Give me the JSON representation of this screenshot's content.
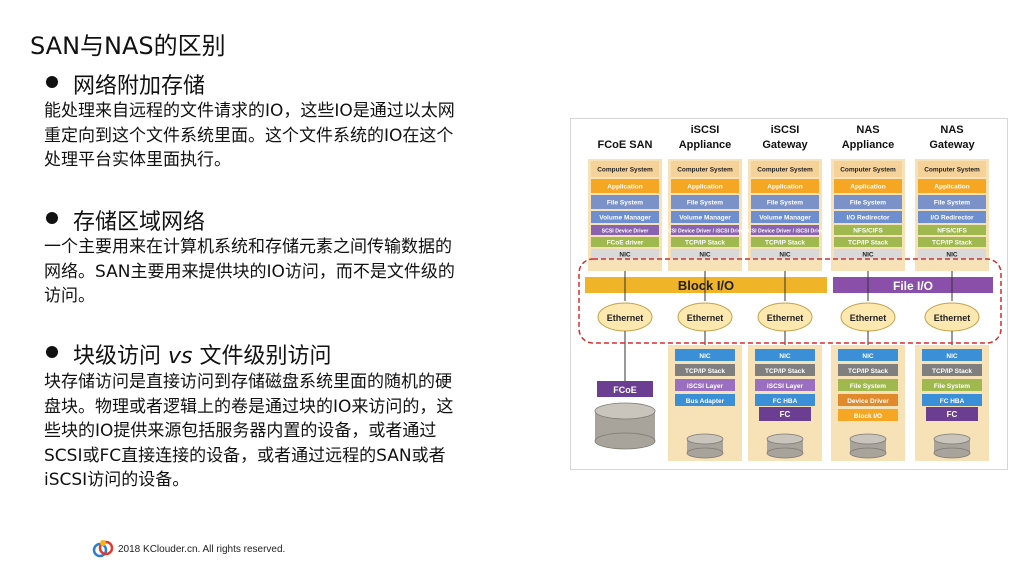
{
  "slide": {
    "title": "SAN与NAS的区别",
    "sections": [
      {
        "heading": "网络附加存储",
        "lines": [
          "能处理来自远程的文件请求的IO，这些IO是通过以太网",
          "重定向到这个文件系统里面。这个文件系统的IO在这个",
          "处理平台实体里面执行。"
        ]
      },
      {
        "heading": "存储区域网络",
        "lines": [
          "一个主要用来在计算机系统和存储元素之间传输数据的",
          "网络。SAN主要用来提供块的IO访问，而不是文件级的",
          "访问。"
        ]
      },
      {
        "heading_parts": [
          "块级访问 ",
          "vs",
          " 文件级别访问"
        ],
        "lines": [
          "块存储访问是直接访问到存储磁盘系统里面的随机的硬",
          "盘块。物理或者逻辑上的卷是通过块的IO来访问的，这",
          "些块的IO提供来源包括服务器内置的设备，或者通过",
          "SCSI或FC直接连接的设备，或者通过远程的SAN或者",
          "iSCSI访问的设备。"
        ]
      }
    ],
    "footer": "2018 KClouder.cn. All rights reserved."
  },
  "diagram": {
    "columns": [
      {
        "title": [
          "FCoE SAN"
        ],
        "top_stack": [
          "Computer System",
          "Application",
          "File System",
          "Volume Manager",
          "SCSI Device Driver",
          "FCoE driver",
          "NIC"
        ],
        "bottom_stack": [],
        "bottom_label": "FCoE",
        "bottom_storage": "FCoE"
      },
      {
        "title": [
          "iSCSI",
          "Appliance"
        ],
        "top_stack": [
          "Computer System",
          "Application",
          "File System",
          "Volume Manager",
          "SCSI Device Driver / iSCSI Driver",
          "TCP/IP Stack",
          "NIC"
        ],
        "bottom_stack": [
          "NIC",
          "TCP/IP Stack",
          "iSCSI Layer",
          "Bus Adapter"
        ],
        "bottom_label": ""
      },
      {
        "title": [
          "iSCSI",
          "Gateway"
        ],
        "top_stack": [
          "Computer System",
          "Application",
          "File System",
          "Volume Manager",
          "SCSI Device Driver / iSCSI Driver",
          "TCP/IP Stack",
          "NIC"
        ],
        "bottom_stack": [
          "NIC",
          "TCP/IP Stack",
          "iSCSI Layer",
          "FC HBA"
        ],
        "bottom_label": "FC"
      },
      {
        "title": [
          "NAS",
          "Appliance"
        ],
        "top_stack": [
          "Computer System",
          "Application",
          "File System",
          "I/O Redirector",
          "NFS/CIFS",
          "TCP/IP Stack",
          "NIC"
        ],
        "bottom_stack": [
          "NIC",
          "TCP/IP Stack",
          "File System",
          "Device Driver",
          "Block I/O"
        ],
        "bottom_label": ""
      },
      {
        "title": [
          "NAS",
          "Gateway"
        ],
        "top_stack": [
          "Computer System",
          "Application",
          "File System",
          "I/O Redirector",
          "NFS/CIFS",
          "TCP/IP Stack",
          "NIC"
        ],
        "bottom_stack": [
          "NIC",
          "TCP/IP Stack",
          "File System",
          "FC HBA"
        ],
        "bottom_label": "FC"
      }
    ],
    "block_io_label": "Block I/O",
    "file_io_label": "File I/O",
    "ethernet_label": "Ethernet",
    "colors": {
      "computer_system": "#f5d29a",
      "application": "#f5a623",
      "file_system": "#7a92c8",
      "volume_manager": "#6d8fcf",
      "driver": "#8a63b0",
      "tcpip": "#a0b94f",
      "nic": "#d9d9d9",
      "block_bar": "#f0b428",
      "file_bar": "#8a4fa8",
      "purple_label": "#6b3e91",
      "ethernet_cloud": "#fde8b0",
      "dash": "#d32f2f",
      "disk": "#a8a39b"
    }
  }
}
